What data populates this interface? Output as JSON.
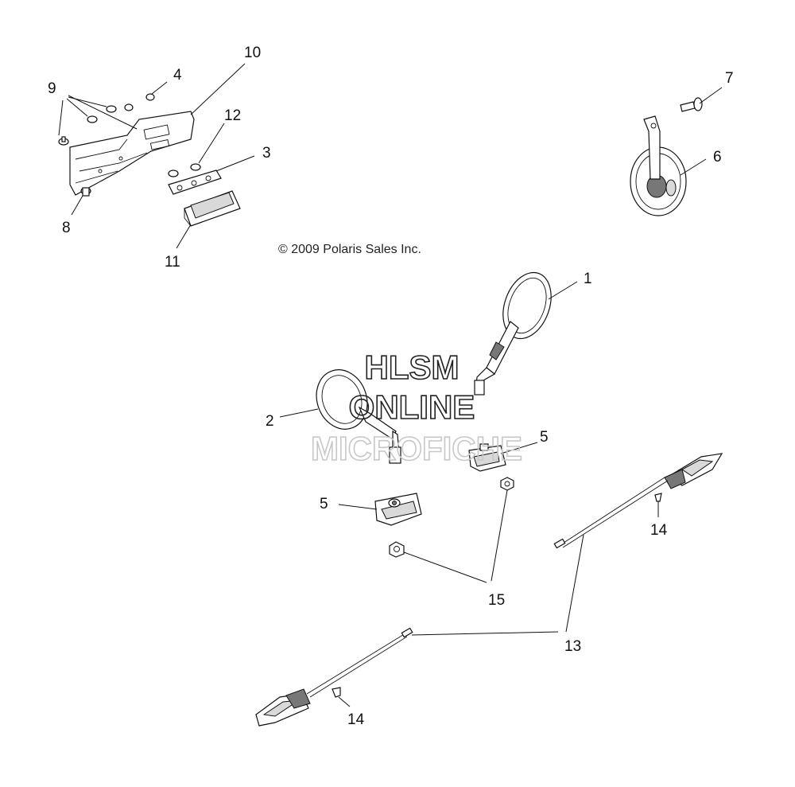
{
  "copyright": "© 2009 Polaris Sales Inc.",
  "watermark": {
    "line1": "HLSM",
    "line2": "ONLINE",
    "line3": "MICROFICHE"
  },
  "callouts": {
    "c1": "1",
    "c2": "2",
    "c3": "3",
    "c4": "4",
    "c5a": "5",
    "c5b": "5",
    "c6": "6",
    "c7": "7",
    "c8": "8",
    "c9": "9",
    "c10": "10",
    "c11": "11",
    "c12": "12",
    "c13": "13",
    "c14a": "14",
    "c14b": "14",
    "c15": "15"
  }
}
